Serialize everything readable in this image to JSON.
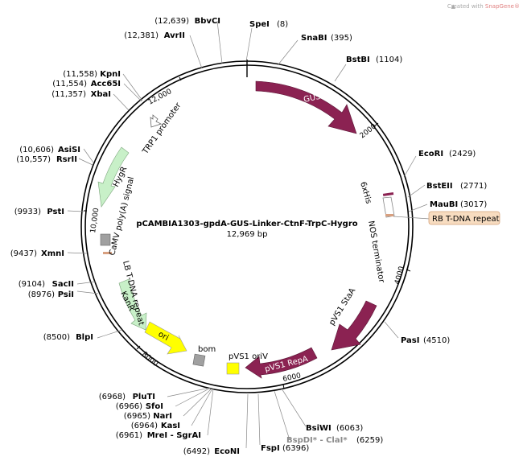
{
  "plasmid": {
    "name": "pCAMBIA1303-gpdA-GUS-Linker-CtnF-TrpC-Hygro",
    "length_label": "12,969 bp"
  },
  "credit": {
    "text": "Created with ",
    "brand": "SnapGene®"
  },
  "sites": [
    {
      "name": "SpeI",
      "pos": "(8)"
    },
    {
      "name": "SnaBI",
      "pos": "(395)"
    },
    {
      "name": "BstBI",
      "pos": "(1104)"
    },
    {
      "name": "EcoRI",
      "pos": "(2429)"
    },
    {
      "name": "BstEII",
      "pos": "(2771)"
    },
    {
      "name": "MauBI",
      "pos": "(3017)"
    },
    {
      "name": "PasI",
      "pos": "(4510)"
    },
    {
      "name": "BsiWI",
      "pos": "(6063)"
    },
    {
      "name": "BspDI* - ClaI*",
      "pos": "(6259)"
    },
    {
      "name": "FspI",
      "pos": "(6396)"
    },
    {
      "name": "EcoNI",
      "pos": "(6492)"
    },
    {
      "name": "MreI - SgrAI",
      "pos": "(6961)"
    },
    {
      "name": "KasI",
      "pos": "(6964)"
    },
    {
      "name": "NarI",
      "pos": "(6965)"
    },
    {
      "name": "SfoI",
      "pos": "(6966)"
    },
    {
      "name": "PluTI",
      "pos": "(6968)"
    },
    {
      "name": "BlpI",
      "pos": "(8500)"
    },
    {
      "name": "PsiI",
      "pos": "(8976)"
    },
    {
      "name": "SacII",
      "pos": "(9104)"
    },
    {
      "name": "XmnI",
      "pos": "(9437)"
    },
    {
      "name": "PstI",
      "pos": "(9933)"
    },
    {
      "name": "RsrII",
      "pos": "(10,557)"
    },
    {
      "name": "AsiSI",
      "pos": "(10,606)"
    },
    {
      "name": "XbaI",
      "pos": "(11,357)"
    },
    {
      "name": "Acc65I",
      "pos": "(11,554)"
    },
    {
      "name": "KpnI",
      "pos": "(11,558)"
    },
    {
      "name": "AvrII",
      "pos": "(12,381)"
    },
    {
      "name": "BbvCI",
      "pos": "(12,639)"
    }
  ],
  "features": {
    "gus": "GUS",
    "six_his": "6xHis",
    "nos_terminator": "NOS terminator",
    "rb_repeat": "RB T-DNA repeat",
    "pvs1_staa": "pVS1 StaA",
    "pvs1_repa": "pVS1 RepA",
    "pvs1_oriv": "pVS1 oriV",
    "bom": "bom",
    "ori": "ori",
    "kanr": "KanR",
    "lb_repeat": "LB T-DNA repeat",
    "camv_polya": "CaMV poly(A) signal",
    "hygr": "HygR",
    "trp1_promoter": "TRP1 promoter"
  },
  "ticks": [
    "2000",
    "4000",
    "6000",
    "8000",
    "10,000",
    "12,000"
  ],
  "colors": {
    "backbone": "#000000",
    "gus": "#8b2252",
    "staa": "#8b2252",
    "repa": "#8b2252",
    "hygr": "#c8f0c8",
    "kanr": "#c8f0c8",
    "ori": "#ffff00",
    "oriv": "#ffff00",
    "bom": "#a0a0a0",
    "repeat_box": "#f7dcc0",
    "credit_brand": "#e08080"
  }
}
